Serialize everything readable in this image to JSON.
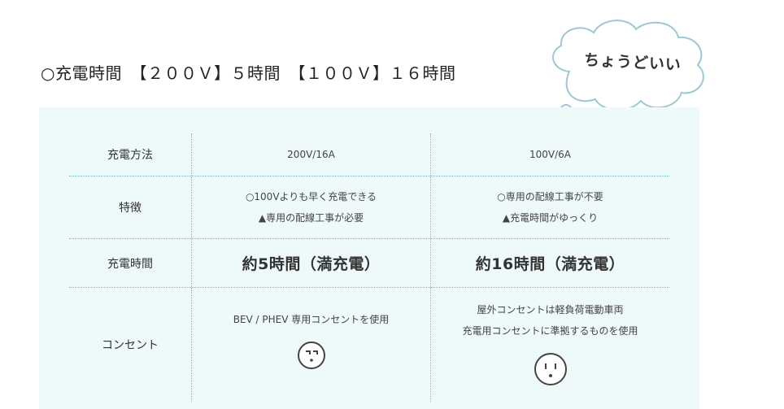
{
  "heading": "○充電時間　【２００Ｖ】５時間　【１００Ｖ】１６時間",
  "thought_bubble": "ちょうどいい",
  "table": {
    "rows": [
      {
        "label": "充電方法",
        "c1": [
          "200V/16A"
        ],
        "c2": [
          "100V/6A"
        ]
      },
      {
        "label": "特徴",
        "c1": [
          "○100Vよりも早く充電できる",
          "▲専用の配線工事が必要"
        ],
        "c2": [
          "○専用の配線工事が不要",
          "▲充電時間がゆっくり"
        ]
      },
      {
        "label": "充電時間",
        "c1": [
          "約5時間（満充電）"
        ],
        "c2": [
          "約16時間（満充電）"
        ]
      },
      {
        "label": "コンセント",
        "c1": [
          "BEV / PHEV 専用コンセントを使用"
        ],
        "c2": [
          "屋外コンセントは軽負荷電動車両",
          "充電用コンセントに準拠するものを使用"
        ]
      }
    ]
  },
  "icons": {
    "outlet_200v": "outlet-200v-icon",
    "outlet_100v": "outlet-100v-icon"
  },
  "colors": {
    "panel_bg": "#eef9f9",
    "divider": "#7fb7bf"
  }
}
